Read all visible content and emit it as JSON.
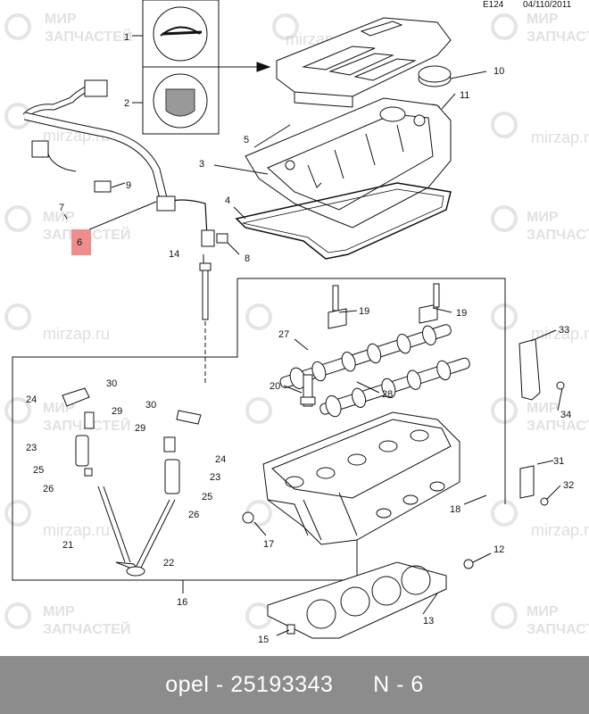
{
  "header": {
    "code": "E124",
    "date": "04/110/2011"
  },
  "watermark": {
    "line1": "МИР",
    "line2": "ЗАПЧАСТЕЙ",
    "url": "mirzap.ru"
  },
  "callouts": {
    "n1": "1",
    "n2": "2",
    "n3": "3",
    "n4": "4",
    "n5": "5",
    "n6": "6",
    "n7": "7",
    "n8": "8",
    "n9": "9",
    "n10": "10",
    "n11": "11",
    "n12": "12",
    "n13": "13",
    "n14": "14",
    "n15": "15",
    "n16": "16",
    "n17": "17",
    "n18": "18",
    "n19a": "19",
    "n19b": "19",
    "n20": "20",
    "n21": "21",
    "n22": "22",
    "n23a": "23",
    "n23b": "23",
    "n24a": "24",
    "n24b": "24",
    "n25a": "25",
    "n25b": "25",
    "n26a": "26",
    "n26b": "26",
    "n27": "27",
    "n28": "28",
    "n29a": "29",
    "n29b": "29",
    "n30a": "30",
    "n30b": "30",
    "n31": "31",
    "n32": "32",
    "n33": "33",
    "n34": "34"
  },
  "highlight": {
    "part": "6",
    "color": "#f08c8c"
  },
  "footer": {
    "brand": "opel",
    "sep": " - ",
    "part_number": "25193343",
    "ref": "N - 6",
    "bg": "#8c8c8c"
  }
}
